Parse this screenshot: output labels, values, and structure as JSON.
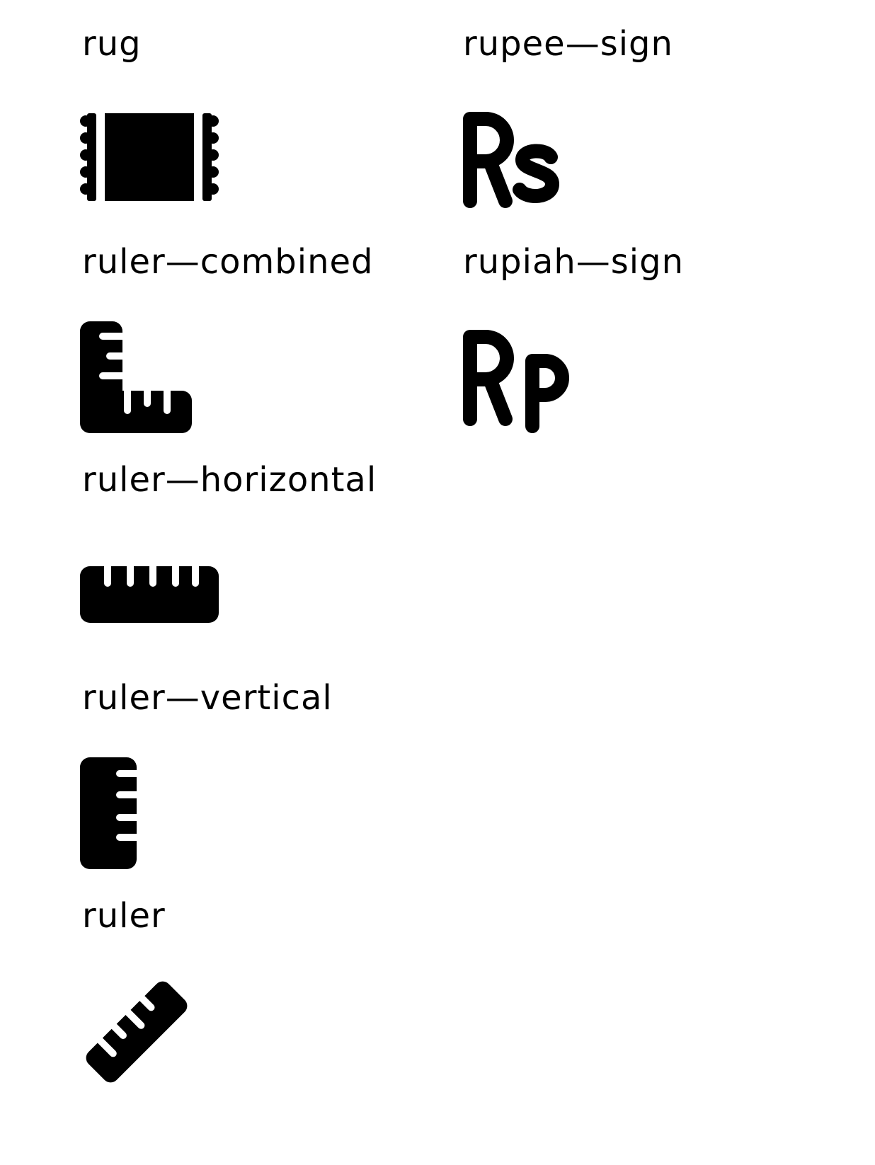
{
  "icons": [
    {
      "label": "rug",
      "icon": "rug-icon"
    },
    {
      "label": "rupee—sign",
      "icon": "rupee-sign-icon"
    },
    {
      "label": "ruler—combined",
      "icon": "ruler-combined-icon"
    },
    {
      "label": "rupiah—sign",
      "icon": "rupiah-sign-icon"
    },
    {
      "label": "ruler—horizontal",
      "icon": "ruler-horizontal-icon"
    },
    {
      "label": "ruler—vertical",
      "icon": "ruler-vertical-icon"
    },
    {
      "label": "ruler",
      "icon": "ruler-icon"
    }
  ],
  "colors": {
    "background": "#ffffff",
    "foreground": "#000000"
  }
}
